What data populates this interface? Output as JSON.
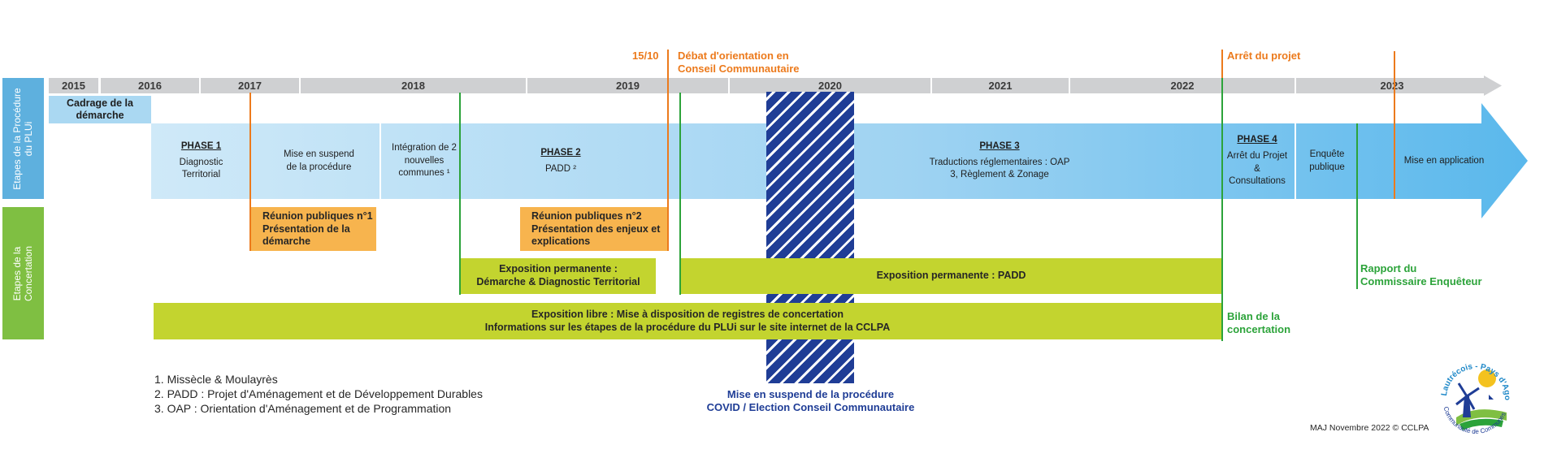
{
  "timeline": {
    "years": [
      "2015",
      "2016",
      "2017",
      "2018",
      "2019",
      "2020",
      "2021",
      "2022",
      "2023"
    ]
  },
  "rows": {
    "procedure_label": "Etapes de la Procédure du PLUi",
    "concertation_label": "Etapes de la Concertation"
  },
  "cadrage": "Cadrage de la démarche",
  "phases": [
    {
      "title": "PHASE 1",
      "text": "Diagnostic Territorial"
    },
    {
      "title": "",
      "text": "Mise en suspend de la procédure"
    },
    {
      "title": "",
      "text": "Intégration de 2 nouvelles communes ¹"
    },
    {
      "title": "PHASE 2",
      "text": "PADD ²"
    },
    {
      "title": "PHASE 3",
      "text": "Traductions réglementaires : OAP 3, Règlement & Zonage"
    },
    {
      "title": "PHASE 4",
      "text": "Arrêt du Projet & Consultations"
    },
    {
      "title": "",
      "text": "Enquête publique"
    },
    {
      "title": "",
      "text": "Mise en application"
    }
  ],
  "milestones": {
    "date_1510": "15/10",
    "debat": "Débat d'orientation en Conseil Communautaire",
    "arret": "Arrêt du projet"
  },
  "concertation": {
    "reunion1_title": "Réunion publiques n°1",
    "reunion1_text": "Présentation de la démarche",
    "reunion2_title": "Réunion publiques n°2",
    "reunion2_text": "Présentation des enjeux et explications",
    "expo1_line1": "Exposition permanente :",
    "expo1_line2": "Démarche & Diagnostic Territorial",
    "expo2": "Exposition permanente : PADD",
    "libre_line1": "Exposition libre : Mise à disposition de registres de concertation",
    "libre_line2": "Informations sur les étapes de la procédure du PLUi sur le site internet de la CCLPA",
    "bilan": "Bilan de la concertation",
    "rapport": "Rapport du Commissaire Enquêteur"
  },
  "covid": {
    "line1": "Mise en suspend de la procédure",
    "line2": "COVID / Election Conseil Communautaire"
  },
  "notes": [
    "1. Missècle & Moulayrès",
    "2. PADD : Projet d'Aménagement et de Développement Durables",
    "3. OAP : Orientation d'Aménagement et de Programmation"
  ],
  "footer": "MAJ Novembre 2022 © CCLPA",
  "logo": {
    "name": "Lautrécois - Pays d'Agout",
    "subtitle": "Communauté de Communes"
  },
  "colors": {
    "procedure_blue": "#5eb0de",
    "concertation_green": "#7fbf42",
    "orange_milestone": "#ec7a1c",
    "orange_box": "#f7b44e",
    "olive_box": "#c3d42f",
    "covid_navy": "#1f3d96",
    "green_line": "#2ca33a"
  }
}
